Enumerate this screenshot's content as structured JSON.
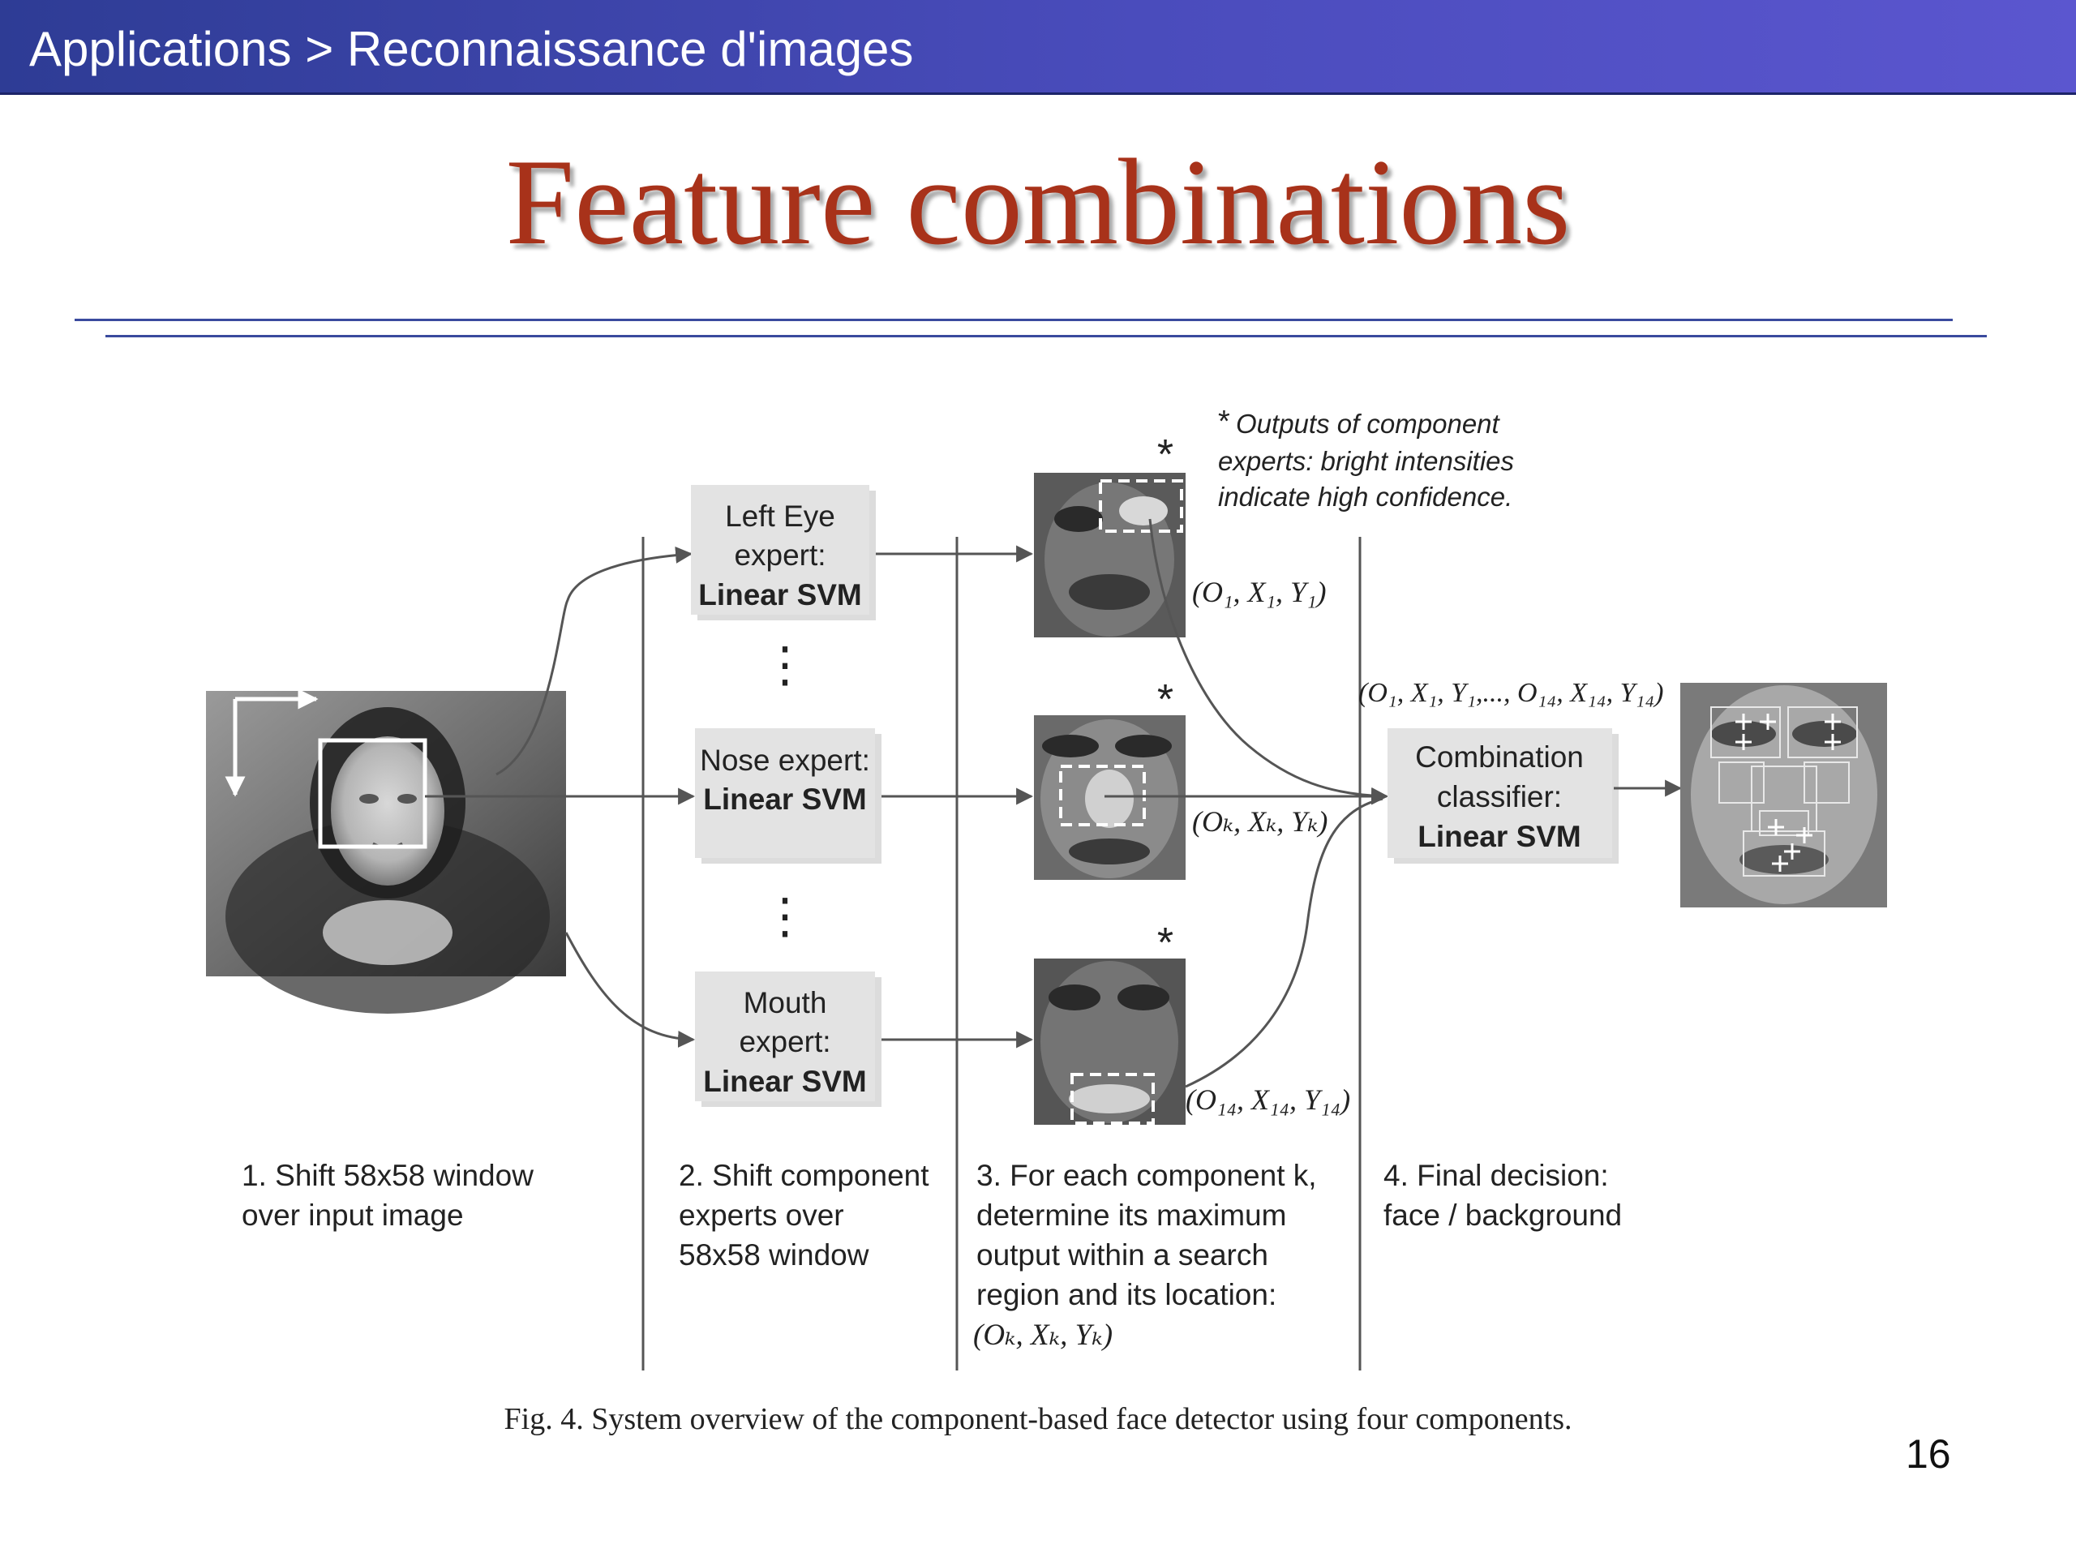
{
  "header": {
    "breadcrumb": "Applications > Reconnaissance d'images"
  },
  "slide": {
    "title": "Feature combinations",
    "page_number": "16"
  },
  "figure": {
    "caption": "Fig. 4. System overview of the component-based face detector using four components.",
    "note": {
      "star": "*",
      "lines": [
        "Outputs of component",
        "experts: bright intensities",
        "indicate high confidence."
      ]
    },
    "star_marks": [
      "*",
      "*",
      "*"
    ],
    "experts": [
      {
        "lines": [
          "Left Eye",
          "expert:"
        ],
        "bold": "Linear SVM"
      },
      {
        "lines": [
          "Nose expert:"
        ],
        "bold": "Linear SVM"
      },
      {
        "lines": [
          "Mouth",
          "expert:"
        ],
        "bold": "Linear SVM"
      }
    ],
    "combination": {
      "lines": [
        "Combination",
        "classifier:"
      ],
      "bold": "Linear SVM"
    },
    "dots": [
      "⋮",
      "⋮"
    ],
    "tuples": {
      "first": "(O₁, X₁, Y₁)",
      "k": "(Oₖ, Xₖ, Yₖ)",
      "last": "(O₁₄, X₁₄, Y₁₄)",
      "all": "(O₁, X₁, Y₁,..., O₁₄, X₁₄, Y₁₄)"
    },
    "steps": [
      {
        "lines": [
          "1. Shift 58x58 window",
          "over input image"
        ]
      },
      {
        "lines": [
          "2. Shift component",
          "experts over",
          "58x58 window"
        ]
      },
      {
        "lines": [
          "3. For each component k,",
          "determine its maximum",
          "output  within a search",
          "region and its location:",
          "(Oₖ, Xₖ, Yₖ)"
        ]
      },
      {
        "lines": [
          "4. Final decision:",
          "face / background"
        ]
      }
    ]
  }
}
